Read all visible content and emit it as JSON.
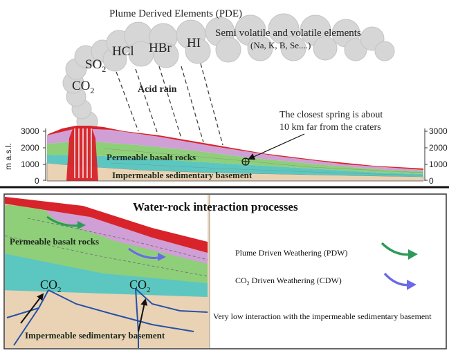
{
  "top_panel": {
    "title": "Plume Derived Elements (PDE)",
    "gases": {
      "co2": "CO",
      "so2": "SO",
      "hcl": "HCl",
      "hbr": "HBr",
      "hi": "HI",
      "subscript_two": "2"
    },
    "volatile_line1": "Semi volatile and volatile elements",
    "volatile_line2": "(Na, K, B, Se....)",
    "acid_rain": "Acid rain",
    "spring_note_line1": "The closest spring is about",
    "spring_note_line2": "10 km far from the craters",
    "permeable": "Permeable basalt rocks",
    "impermeable": "Impermeable sedimentary basement",
    "axis_label": "m a.s.l.",
    "ticks_left": [
      "3000",
      "2000",
      "1000",
      "0"
    ],
    "ticks_right": [
      "3000",
      "2000",
      "1000",
      "0"
    ]
  },
  "bottom_panel": {
    "title": "Water-rock interaction processes",
    "permeable": "Permeable basalt rocks",
    "impermeable": "Impermeable sedimentary basement",
    "co2_label": "CO",
    "subscript_two": "2",
    "legend_pdw": "Plume Driven Weathering (PDW)",
    "legend_cdw_prefix": "CO",
    "legend_cdw_suffix": " Driven Weathering (CDW)",
    "low_interaction": "Very low interaction with the impermeable sedimentary basement"
  },
  "colors": {
    "pdw_arrow": "#2e9a5a",
    "cdw_arrow": "#6a6ae8",
    "lava_red": "#d8232a",
    "basalt_green": "#8fcf7a",
    "teal_layer": "#5cc7c0",
    "purple_layer": "#cf9fd6",
    "sediment": "#ead2b4",
    "cloud": "#d9d9d9"
  }
}
